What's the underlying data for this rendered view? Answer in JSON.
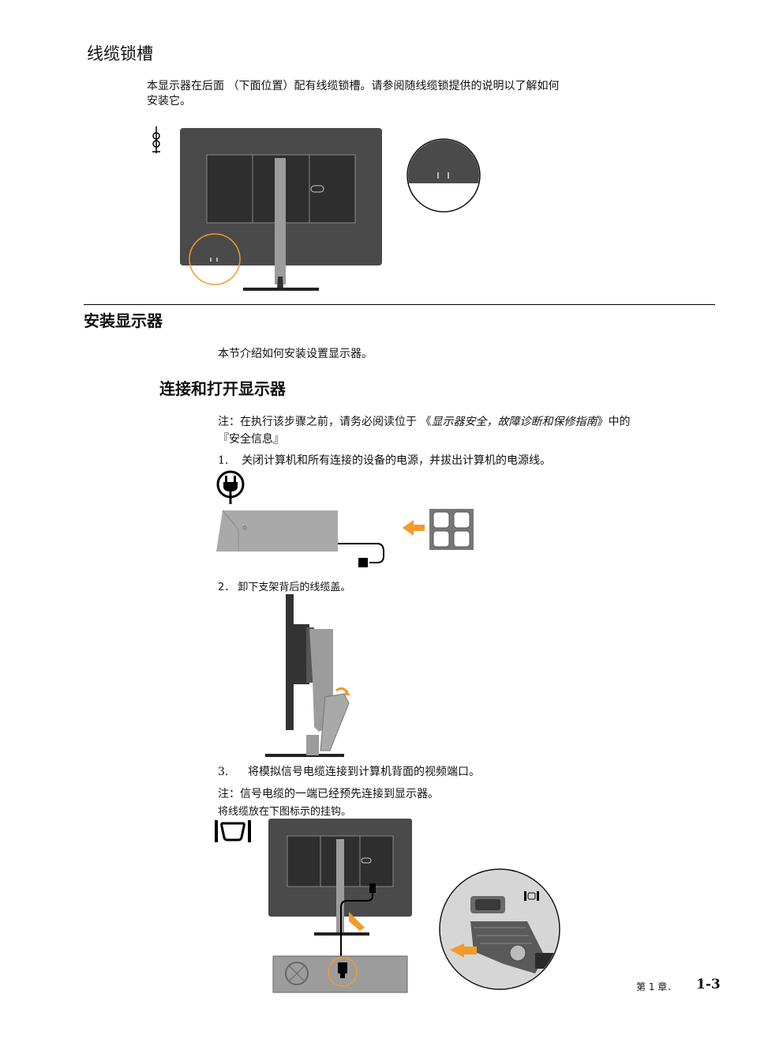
{
  "section1": {
    "title": "线缆锁槽",
    "body_line1": "本显示器在后面 （下面位置）配有线缆锁槽。请参阅随线缆锁提供的说明以了解如何",
    "body_line2": "安装它。"
  },
  "section2": {
    "title": "安装显示器",
    "intro": "本节介绍如何安装设置显示器。"
  },
  "section3": {
    "title": "连接和打开显示器",
    "note_prefix": "注：在执行该步骤之前，请务必阅读位于 《",
    "note_italic": "显示器安全，故障诊断和保修指南",
    "note_suffix": "》中的",
    "note_line2": "『安全信息』",
    "step1_num": "1.",
    "step1_text": "关闭计算机和所有连接的设备的电源，并拔出计算机的电源线。",
    "step2": "2． 卸下支架背后的线缆盖。",
    "step3_num": "3.",
    "step3_text": "将模拟信号电缆连接到计算机背面的视频端口。",
    "note2": "注：信号电缆的一端已经预先连接到显示器。",
    "note3": "将线缆放在下图标示的挂钩。"
  },
  "footer": {
    "chapter": "第 1 章．",
    "page": "1-3"
  },
  "colors": {
    "monitor": "#4a4a4a",
    "accent_orange": "#f39a2a",
    "grey_light": "#a9a9a9"
  },
  "icons": [
    "cable-lock-icon",
    "power-plug-icon",
    "vga-port-icon"
  ]
}
